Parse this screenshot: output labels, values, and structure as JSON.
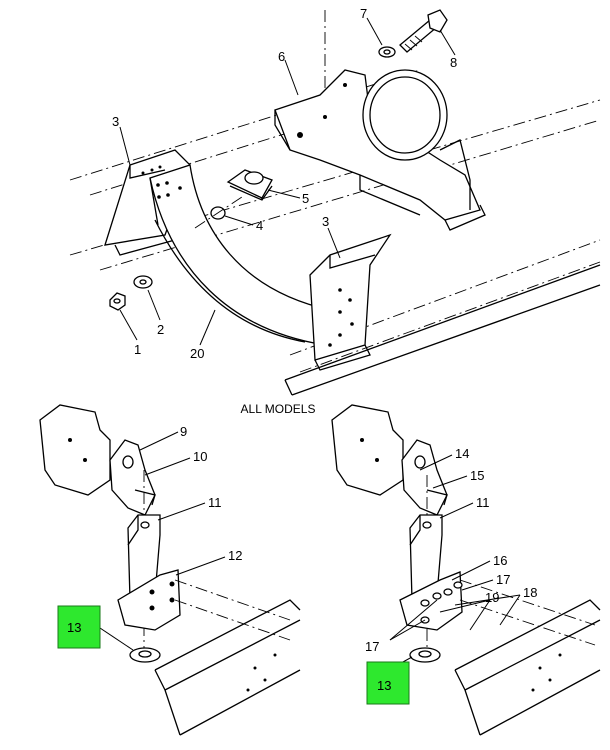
{
  "caption": "ALL MODELS",
  "highlight_color": "#2ee82e",
  "callouts": [
    {
      "id": "c1",
      "text": "1"
    },
    {
      "id": "c2",
      "text": "2"
    },
    {
      "id": "c3a",
      "text": "3"
    },
    {
      "id": "c3b",
      "text": "3"
    },
    {
      "id": "c4",
      "text": "4"
    },
    {
      "id": "c5",
      "text": "5"
    },
    {
      "id": "c6",
      "text": "6"
    },
    {
      "id": "c7",
      "text": "7"
    },
    {
      "id": "c8",
      "text": "8"
    },
    {
      "id": "c20",
      "text": "20"
    },
    {
      "id": "c9",
      "text": "9"
    },
    {
      "id": "c10",
      "text": "10"
    },
    {
      "id": "c11a",
      "text": "11"
    },
    {
      "id": "c12",
      "text": "12"
    },
    {
      "id": "c13a",
      "text": "13",
      "highlighted": true
    },
    {
      "id": "c14",
      "text": "14"
    },
    {
      "id": "c15",
      "text": "15"
    },
    {
      "id": "c11b",
      "text": "11"
    },
    {
      "id": "c16",
      "text": "16"
    },
    {
      "id": "c17a",
      "text": "17"
    },
    {
      "id": "c17b",
      "text": "17"
    },
    {
      "id": "c18",
      "text": "18"
    },
    {
      "id": "c19",
      "text": "19"
    },
    {
      "id": "c13b",
      "text": "13",
      "highlighted": true
    }
  ]
}
